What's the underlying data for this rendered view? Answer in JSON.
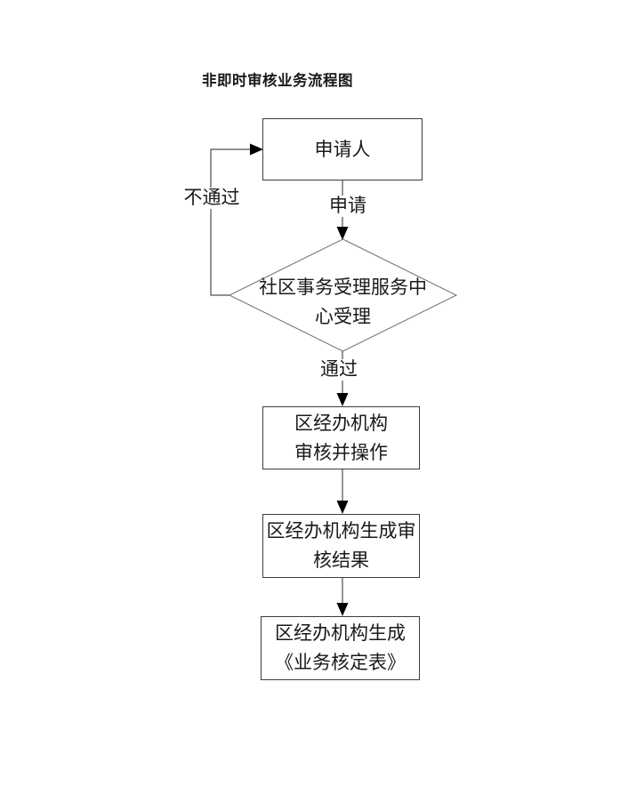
{
  "title": "非即时审核业务流程图",
  "nodes": {
    "applicant": {
      "label": "申请人"
    },
    "decision": {
      "line1": "社区事务受理服务中",
      "line2": "心受理"
    },
    "review": {
      "line1": "区经办机构",
      "line2": "审核并操作"
    },
    "result": {
      "line1": "区经办机构生成审",
      "line2": "核结果"
    },
    "final": {
      "line1": "区经办机构生成",
      "line2": "《业务核定表》"
    }
  },
  "edge_labels": {
    "apply": "申请",
    "pass": "通过",
    "fail": "不通过"
  },
  "colors": {
    "background": "#ffffff",
    "line": "#4d4d4d",
    "node_border": "#3d3d3d",
    "arrowhead": "#000000",
    "text": "#1a1a1a"
  }
}
